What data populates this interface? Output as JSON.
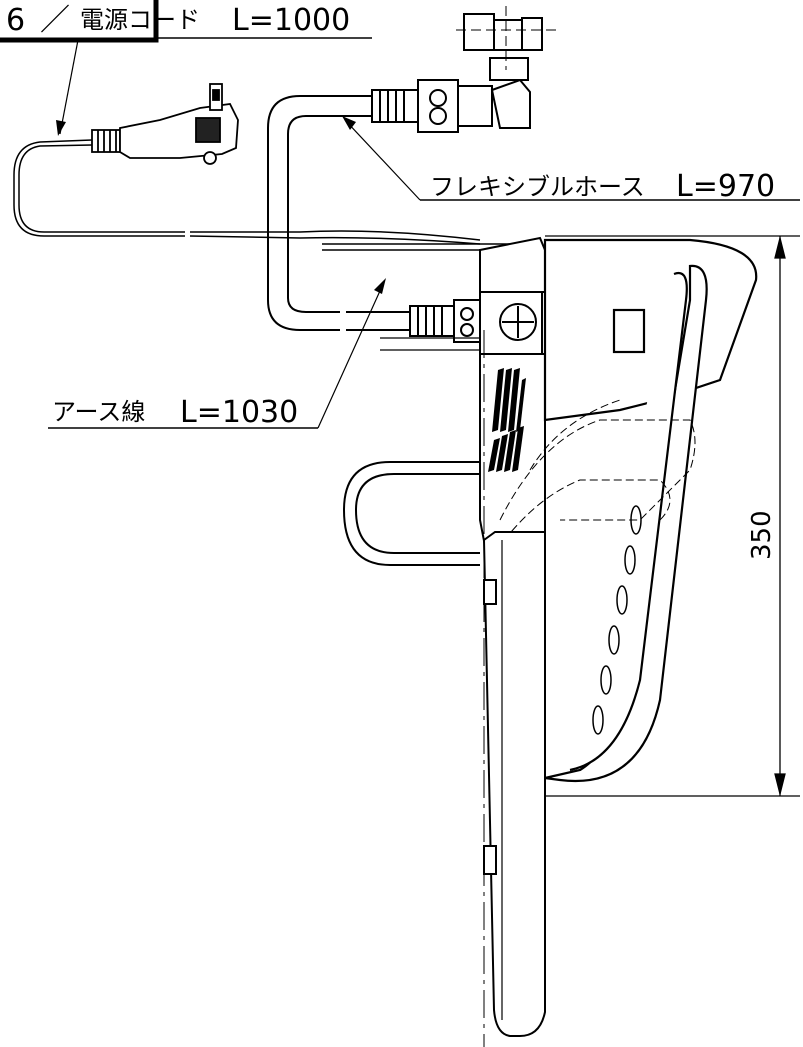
{
  "page_number": "6",
  "page_slash": "／",
  "labels": {
    "power_cord_text": "電源コード",
    "power_cord_len": "L=1000",
    "flex_hose_text": "フレキシブルホース",
    "flex_hose_len": "L=970",
    "earth_wire_text": "アース線",
    "earth_wire_len": "L=1030"
  },
  "dimensions": {
    "height": "350"
  },
  "colors": {
    "line": "#000000",
    "background": "#ffffff"
  }
}
